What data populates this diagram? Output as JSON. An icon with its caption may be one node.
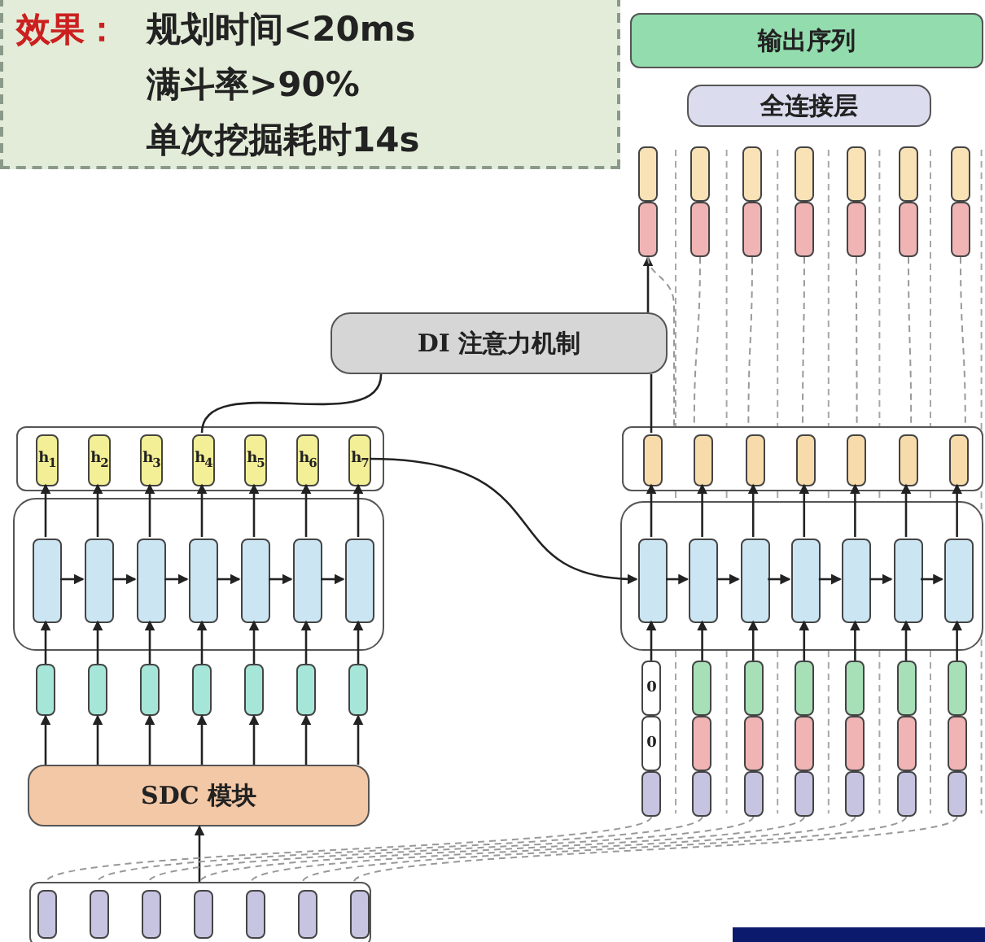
{
  "diagram": {
    "nodes": [
      {
        "text": [
          "效果：",
          "规划时间<20ms",
          "满斗率>90%",
          "单次挖掘耗时14s"
        ]
      },
      {
        "text": [
          "输出序列"
        ]
      },
      {
        "text": [
          "全连接层"
        ]
      },
      {
        "text": [],
        "shape": "box"
      },
      {
        "text": [],
        "shape": "box"
      },
      {
        "text": [],
        "shape": "box"
      },
      {
        "text": [],
        "shape": "box"
      },
      {
        "text": [],
        "shape": "box"
      },
      {
        "text": [],
        "shape": "box"
      },
      {
        "text": [],
        "shape": "box"
      },
      {
        "text": [],
        "shape": "box"
      },
      {
        "text": [],
        "shape": "box"
      },
      {
        "text": [],
        "shape": "box"
      },
      {
        "text": [],
        "shape": "box"
      },
      {
        "text": [],
        "shape": "box"
      },
      {
        "text": [],
        "shape": "box"
      },
      {
        "text": [],
        "shape": "box"
      },
      {
        "text": [
          "DI 注意力机制"
        ]
      },
      {
        "text": [],
        "shape": "box"
      },
      {
        "text": [
          "h$_{1}$"
        ],
        "in": 18
      },
      {
        "text": [
          "h$_{2}$"
        ],
        "in": 18
      },
      {
        "text": [
          "h$_{3}$"
        ],
        "in": 18
      },
      {
        "text": [
          "h$_{4}$"
        ],
        "in": 18
      },
      {
        "text": [
          "h$_{5}$"
        ],
        "in": 18
      },
      {
        "text": [
          "h$_{6}$"
        ],
        "in": 18
      },
      {
        "text": [
          "h$_{7}$"
        ],
        "in": 18
      },
      {
        "text": [],
        "shape": "box"
      },
      {
        "text": [],
        "shape": "box",
        "in": 26
      },
      {
        "text": [],
        "shape": "box",
        "in": 26
      },
      {
        "text": [],
        "shape": "box",
        "in": 26
      },
      {
        "text": [],
        "shape": "box",
        "in": 26
      },
      {
        "text": [],
        "shape": "box",
        "in": 26
      },
      {
        "text": [],
        "shape": "box",
        "in": 26
      },
      {
        "text": [],
        "shape": "box",
        "in": 26
      },
      {
        "text": [],
        "shape": "box"
      },
      {
        "text": [],
        "shape": "box"
      },
      {
        "text": [],
        "shape": "box"
      },
      {
        "text": [],
        "shape": "box"
      },
      {
        "text": [],
        "shape": "box"
      },
      {
        "text": [],
        "shape": "box"
      },
      {
        "text": [],
        "shape": "box"
      },
      {
        "text": [
          "SDC 模块"
        ]
      },
      {
        "text": [],
        "shape": "box"
      },
      {
        "text": [],
        "shape": "box",
        "in": 42
      },
      {
        "text": [],
        "shape": "box",
        "in": 42
      },
      {
        "text": [],
        "shape": "box",
        "in": 42
      },
      {
        "text": [],
        "shape": "box",
        "in": 42
      },
      {
        "text": [],
        "shape": "box",
        "in": 42
      },
      {
        "text": [],
        "shape": "box",
        "in": 42
      },
      {
        "text": [],
        "shape": "box",
        "in": 42
      },
      {
        "text": [],
        "shape": "box"
      },
      {
        "text": [],
        "shape": "box",
        "in": 50
      },
      {
        "text": [],
        "shape": "box",
        "in": 50
      },
      {
        "text": [],
        "shape": "box",
        "in": 50
      },
      {
        "text": [],
        "shape": "box",
        "in": 50
      },
      {
        "text": [],
        "shape": "box",
        "in": 50
      },
      {
        "text": [],
        "shape": "box",
        "in": 50
      },
      {
        "text": [],
        "shape": "box",
        "in": 50
      },
      {
        "text": [],
        "shape": "box"
      },
      {
        "text": [],
        "shape": "box",
        "in": 58
      },
      {
        "text": [],
        "shape": "box",
        "in": 58
      },
      {
        "text": [],
        "shape": "box",
        "in": 58
      },
      {
        "text": [],
        "shape": "box",
        "in": 58
      },
      {
        "text": [],
        "shape": "box",
        "in": 58
      },
      {
        "text": [],
        "shape": "box",
        "in": 58
      },
      {
        "text": [],
        "shape": "box",
        "in": 58
      },
      {
        "text": [
          "0"
        ]
      },
      {
        "text": [],
        "shape": "box"
      },
      {
        "text": [],
        "shape": "box"
      },
      {
        "text": [],
        "shape": "box"
      },
      {
        "text": [],
        "shape": "box"
      },
      {
        "text": [],
        "shape": "box"
      },
      {
        "text": [],
        "shape": "box"
      },
      {
        "text": [
          "0"
        ]
      },
      {
        "text": [],
        "shape": "box"
      },
      {
        "text": [],
        "shape": "box"
      },
      {
        "text": [],
        "shape": "box"
      },
      {
        "text": [],
        "shape": "box"
      },
      {
        "text": [],
        "shape": "box"
      },
      {
        "text": [],
        "shape": "box"
      },
      {
        "text": [],
        "shape": "box"
      },
      {
        "text": [],
        "shape": "box"
      },
      {
        "text": [],
        "shape": "box"
      },
      {
        "text": [],
        "shape": "box"
      },
      {
        "text": [],
        "shape": "box"
      },
      {
        "text": [],
        "shape": "box"
      },
      {
        "text": [],
        "shape": "box"
      }
    ],
    "edges": [
      {
        "from": 22,
        "to": 17,
        "arrow": "none"
      },
      {
        "from": 17,
        "to": 10,
        "arrow": "to"
      },
      {
        "from": 51,
        "to": 17,
        "arrow": "none"
      },
      {
        "from": 25,
        "to": 59,
        "arrow": "to"
      },
      {
        "from": 42,
        "to": 41,
        "arrow": "to"
      },
      {
        "from": 41,
        "to": 34,
        "arrow": "to"
      },
      {
        "from": 41,
        "to": 35,
        "arrow": "to"
      },
      {
        "from": 41,
        "to": 36,
        "arrow": "to"
      },
      {
        "from": 41,
        "to": 37,
        "arrow": "to"
      },
      {
        "from": 41,
        "to": 38,
        "arrow": "to"
      },
      {
        "from": 41,
        "to": 39,
        "arrow": "to"
      },
      {
        "from": 41,
        "to": 40,
        "arrow": "to"
      },
      {
        "from": 34,
        "to": 27,
        "arrow": "to"
      },
      {
        "from": 35,
        "to": 28,
        "arrow": "to"
      },
      {
        "from": 36,
        "to": 29,
        "arrow": "to"
      },
      {
        "from": 37,
        "to": 30,
        "arrow": "to"
      },
      {
        "from": 38,
        "to": 31,
        "arrow": "to"
      },
      {
        "from": 39,
        "to": 32,
        "arrow": "to"
      },
      {
        "from": 40,
        "to": 33,
        "arrow": "to"
      },
      {
        "from": 27,
        "to": 19,
        "arrow": "to"
      },
      {
        "from": 28,
        "to": 20,
        "arrow": "to"
      },
      {
        "from": 29,
        "to": 21,
        "arrow": "to"
      },
      {
        "from": 30,
        "to": 22,
        "arrow": "to"
      },
      {
        "from": 31,
        "to": 23,
        "arrow": "to"
      },
      {
        "from": 32,
        "to": 24,
        "arrow": "to"
      },
      {
        "from": 33,
        "to": 25,
        "arrow": "to"
      },
      {
        "from": 27,
        "to": 28,
        "arrow": "to"
      },
      {
        "from": 28,
        "to": 29,
        "arrow": "to"
      },
      {
        "from": 29,
        "to": 30,
        "arrow": "to"
      },
      {
        "from": 30,
        "to": 31,
        "arrow": "to"
      },
      {
        "from": 31,
        "to": 32,
        "arrow": "to"
      },
      {
        "from": 32,
        "to": 33,
        "arrow": "to"
      },
      {
        "from": 66,
        "to": 59,
        "arrow": "to"
      },
      {
        "from": 67,
        "to": 60,
        "arrow": "to"
      },
      {
        "from": 68,
        "to": 61,
        "arrow": "to"
      },
      {
        "from": 69,
        "to": 62,
        "arrow": "to"
      },
      {
        "from": 70,
        "to": 63,
        "arrow": "to"
      },
      {
        "from": 71,
        "to": 64,
        "arrow": "to"
      },
      {
        "from": 72,
        "to": 65,
        "arrow": "to"
      },
      {
        "from": 59,
        "to": 51,
        "arrow": "to"
      },
      {
        "from": 60,
        "to": 52,
        "arrow": "to"
      },
      {
        "from": 61,
        "to": 53,
        "arrow": "to"
      },
      {
        "from": 62,
        "to": 54,
        "arrow": "to"
      },
      {
        "from": 63,
        "to": 55,
        "arrow": "to"
      },
      {
        "from": 64,
        "to": 56,
        "arrow": "to"
      },
      {
        "from": 65,
        "to": 57,
        "arrow": "to"
      },
      {
        "from": 59,
        "to": 60,
        "arrow": "to"
      },
      {
        "from": 60,
        "to": 61,
        "arrow": "to"
      },
      {
        "from": 61,
        "to": 62,
        "arrow": "to"
      },
      {
        "from": 62,
        "to": 63,
        "arrow": "to"
      },
      {
        "from": 63,
        "to": 64,
        "arrow": "to"
      },
      {
        "from": 64,
        "to": 65,
        "arrow": "to"
      },
      {
        "from": 10,
        "to": 50,
        "arrow": "none",
        "style": "dashed",
        "color": "#999999"
      },
      {
        "from": 11,
        "to": 50,
        "arrow": "none",
        "style": "dashed",
        "color": "#999999"
      },
      {
        "from": 12,
        "to": 50,
        "arrow": "none",
        "style": "dashed",
        "color": "#999999"
      },
      {
        "from": 13,
        "to": 50,
        "arrow": "none",
        "style": "dashed",
        "color": "#999999"
      },
      {
        "from": 14,
        "to": 50,
        "arrow": "none",
        "style": "dashed",
        "color": "#999999"
      },
      {
        "from": 15,
        "to": 50,
        "arrow": "none",
        "style": "dashed",
        "color": "#999999"
      },
      {
        "from": 16,
        "to": 50,
        "arrow": "none",
        "style": "dashed",
        "color": "#999999"
      },
      {
        "from": 80,
        "to": 42,
        "arrow": "none",
        "style": "dashed",
        "color": "#999999"
      },
      {
        "from": 81,
        "to": 42,
        "arrow": "none",
        "style": "dashed",
        "color": "#999999"
      },
      {
        "from": 82,
        "to": 42,
        "arrow": "none",
        "style": "dashed",
        "color": "#999999"
      },
      {
        "from": 83,
        "to": 42,
        "arrow": "none",
        "style": "dashed",
        "color": "#999999"
      },
      {
        "from": 84,
        "to": 42,
        "arrow": "none",
        "style": "dashed",
        "color": "#999999"
      },
      {
        "from": 85,
        "to": 42,
        "arrow": "none",
        "style": "dashed",
        "color": "#999999"
      },
      {
        "from": 86,
        "to": 42,
        "arrow": "none",
        "style": "dashed",
        "color": "#999999"
      }
    ]
  }
}
